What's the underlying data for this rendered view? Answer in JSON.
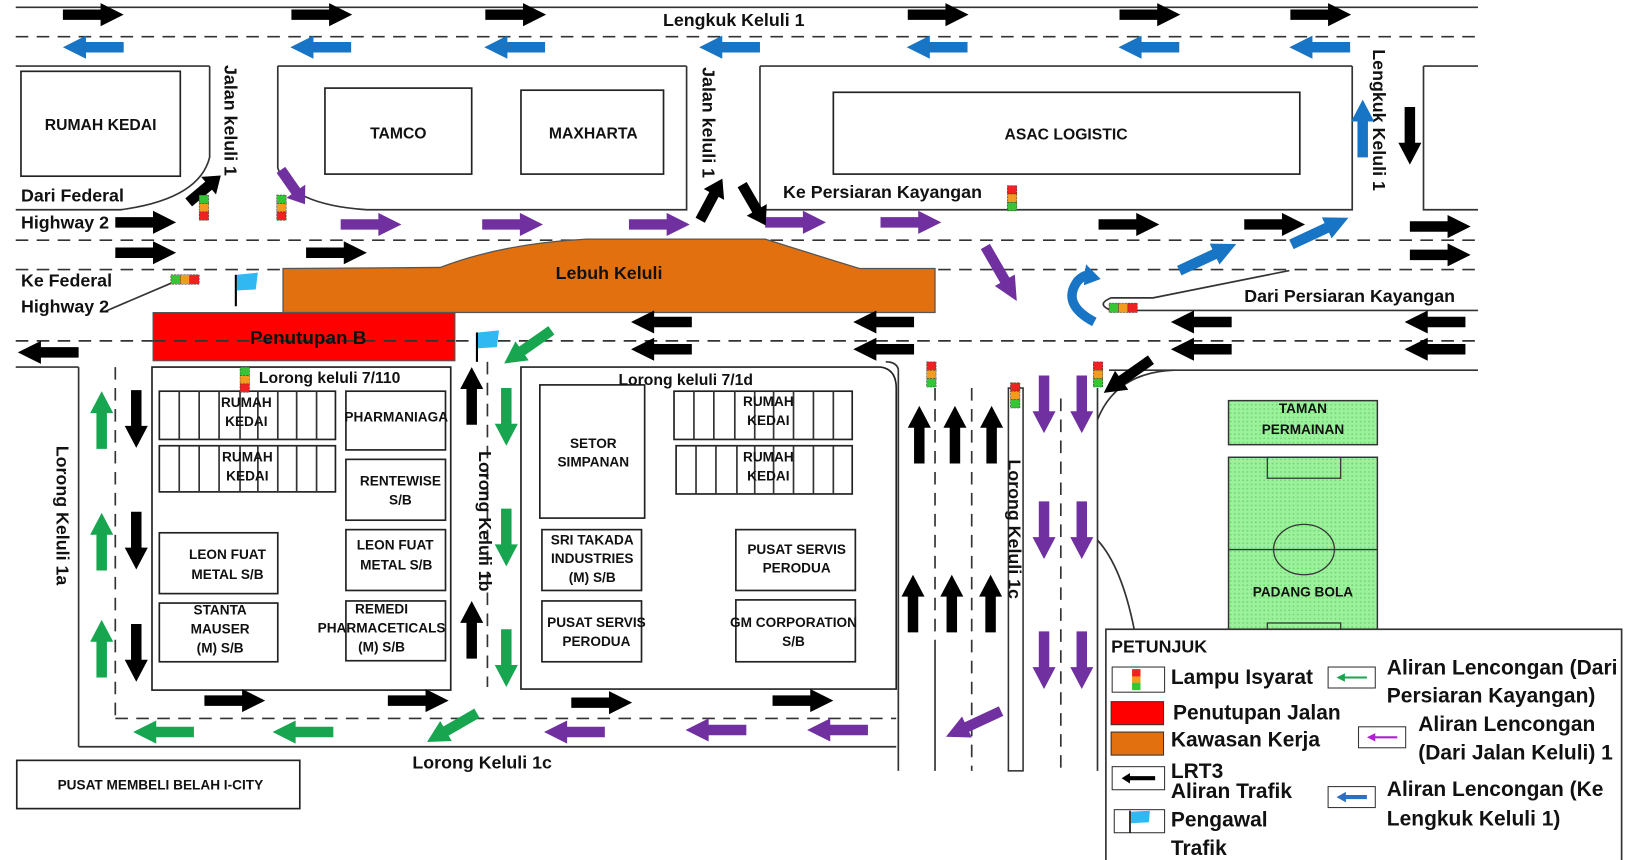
{
  "colors": {
    "black_arrow": "#000000",
    "blue_arrow": "#1874c4",
    "purple_arrow": "#7030a0",
    "green_arrow": "#17a550",
    "closure": "#ff0000",
    "work_zone": "#e2700f",
    "flag": "#2fb8f2",
    "field": "#8ff08f"
  },
  "roads": {
    "lengkuk_keluli_1_top": "Lengkuk Keluli 1",
    "jalan_keluli_1_left": "Jalan keluli 1",
    "jalan_keluli_1_mid": "Jalan keluli 1",
    "lengkuk_keluli_1_right": "Lengkuk Keluli 1",
    "lebuh_keluli": "Lebuh Keluli",
    "lorong_keluli_1a": "Lorong Keluli 1a",
    "lorong_keluli_1b": "Lorong Keluli 1b",
    "lorong_keluli_1c_vertical": "Lorong Keluli 1c",
    "lorong_keluli_1c_bottom": "Lorong Keluli 1c",
    "lorong_keluli_7_110": "Lorong keluli 7/110",
    "lorong_keluli_7_1d": "Lorong keluli 7/1d"
  },
  "directions": {
    "dari_federal_1": "Dari Federal",
    "dari_federal_2": "Highway 2",
    "ke_federal_1": "Ke Federal",
    "ke_federal_2": "Highway 2",
    "ke_persiaran": "Ke Persiaran Kayangan",
    "dari_persiaran": "Dari Persiaran Kayangan"
  },
  "zones": {
    "closure_label": "Penutupan B"
  },
  "buildings": {
    "rumah_kedai_top": "RUMAH KEDAI",
    "tamco": "TAMCO",
    "maxharta": "MAXHARTA",
    "asac": "ASAC LOGISTIC",
    "rk1_l1": "RUMAH",
    "rk1_l2": "KEDAI",
    "rk2_l1": "RUMAH",
    "rk2_l2": "KEDAI",
    "pharmaniaga": "PHARMANIAGA",
    "rentewise_l1": "RENTEWISE",
    "rentewise_l2": "S/B",
    "leon1_l1": "LEON FUAT",
    "leon1_l2": "METAL S/B",
    "leon2_l1": "LEON FUAT",
    "leon2_l2": "METAL S/B",
    "stanta_l1": "STANTA",
    "stanta_l2": "MAUSER",
    "stanta_l3": "(M) S/B",
    "remedi_l1": "REMEDI",
    "remedi_l2": "PHARMACETICALS",
    "remedi_l3": "(M) S/B",
    "setor_l1": "SETOR",
    "setor_l2": "SIMPANAN",
    "rk3_l1": "RUMAH",
    "rk3_l2": "KEDAI",
    "rk4_l1": "RUMAH",
    "rk4_l2": "KEDAI",
    "sritakada_l1": "SRI TAKADA",
    "sritakada_l2": "INDUSTRIES",
    "sritakada_l3": "(M) S/B",
    "pusat1_l1": "PUSAT SERVIS",
    "pusat1_l2": "PERODUA",
    "pusat2_l1": "PUSAT SERVIS",
    "pusat2_l2": "PERODUA",
    "gm_l1": "GM CORPORATION",
    "gm_l2": "S/B",
    "taman_l1": "TAMAN",
    "taman_l2": "PERMAINAN",
    "padang": "PADANG BOLA",
    "icity": "PUSAT MEMBELI BELAH I-CITY"
  },
  "legend": {
    "title": "PETUNJUK",
    "items": [
      {
        "label": "Lampu Isyarat",
        "icon": "traffic-light-icon"
      },
      {
        "label": "Penutupan Jalan",
        "icon": "red-box-icon"
      },
      {
        "label": "Kawasan Kerja",
        "icon": "orange-box-icon"
      },
      {
        "label": "LRT3",
        "icon": ""
      },
      {
        "label": "Aliran Trafik",
        "icon": "black-arrow-icon"
      },
      {
        "label": "Pengawal",
        "icon": "flag-icon"
      },
      {
        "label": "Trafik",
        "icon": ""
      }
    ],
    "right_items": [
      {
        "line1": "Aliran Lencongan (Dari",
        "line2": "Persiaran Kayangan)",
        "color": "#17a550"
      },
      {
        "line1": "Aliran Lencongan",
        "line2": "(Dari Jalan Keluli) 1",
        "color": "#b020d0"
      },
      {
        "line1": "Aliran Lencongan (Ke",
        "line2": "Lengkuk Keluli 1)",
        "color": "#2f6fbf"
      }
    ]
  }
}
